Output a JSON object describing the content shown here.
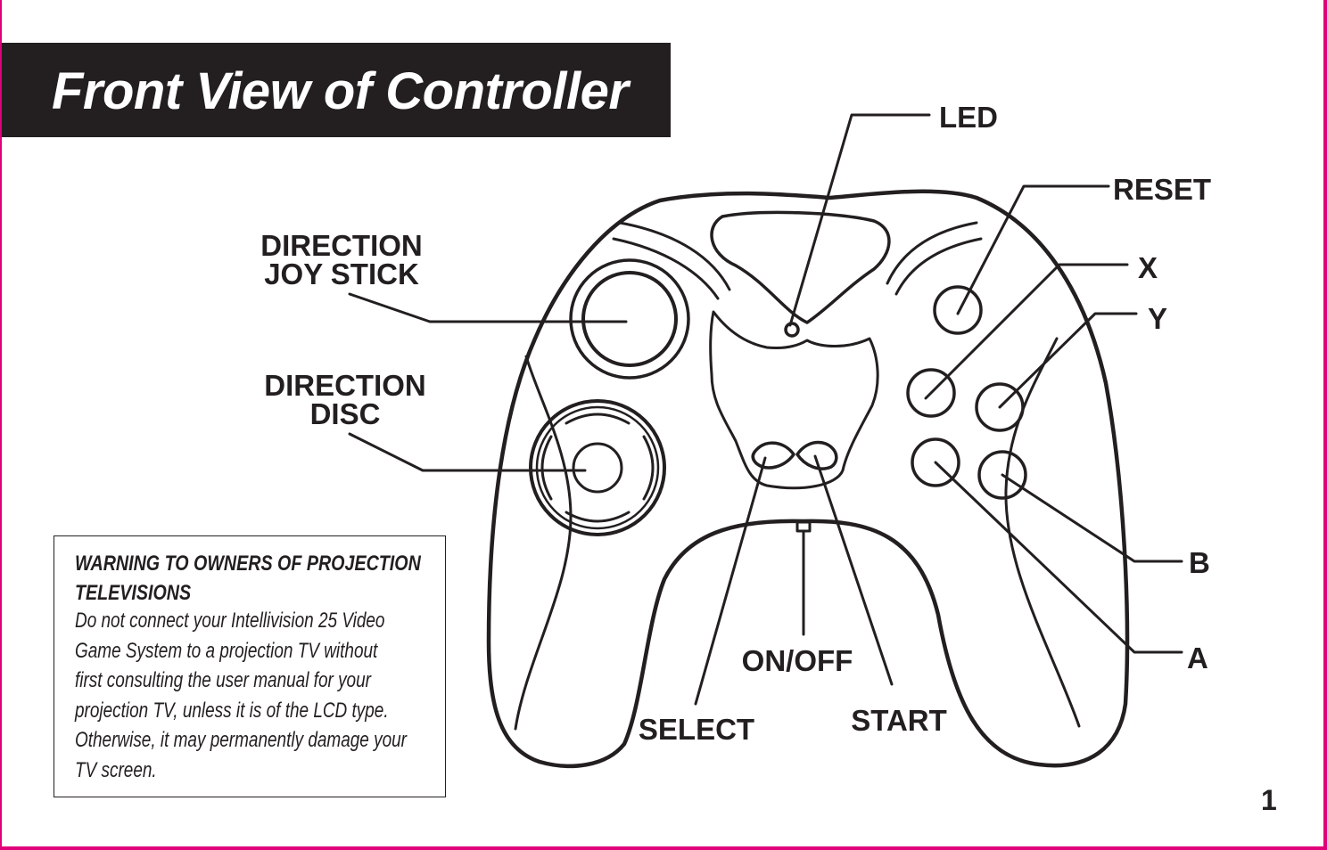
{
  "title": "Front View of Controller",
  "labels": {
    "led": "LED",
    "reset": "RESET",
    "x": "X",
    "y": "Y",
    "b": "B",
    "a": "A",
    "joystick_line1": "DIRECTION",
    "joystick_line2": "JOY STICK",
    "disc_line1": "DIRECTION",
    "disc_line2": "DISC",
    "on_off": "ON/OFF",
    "select": "SELECT",
    "start": "START"
  },
  "warning": {
    "heading": "WARNING TO OWNERS OF PROJECTION TELEVISIONS",
    "heading_line1": "WARNING TO OWNERS OF PROJECTION",
    "heading_line2": "TELEVISIONS",
    "body_lines": [
      "Do not connect your Intellivision 25 Video",
      "Game System to a projection TV without",
      "first consulting the user manual for your",
      "projection TV, unless it is of the LCD type.",
      "Otherwise, it may permanently damage your",
      "TV screen."
    ]
  },
  "page_number": "1",
  "colors": {
    "border": "#e0007a",
    "title_bar": "#231f20",
    "title_text": "#ffffff",
    "ink": "#231f20"
  }
}
